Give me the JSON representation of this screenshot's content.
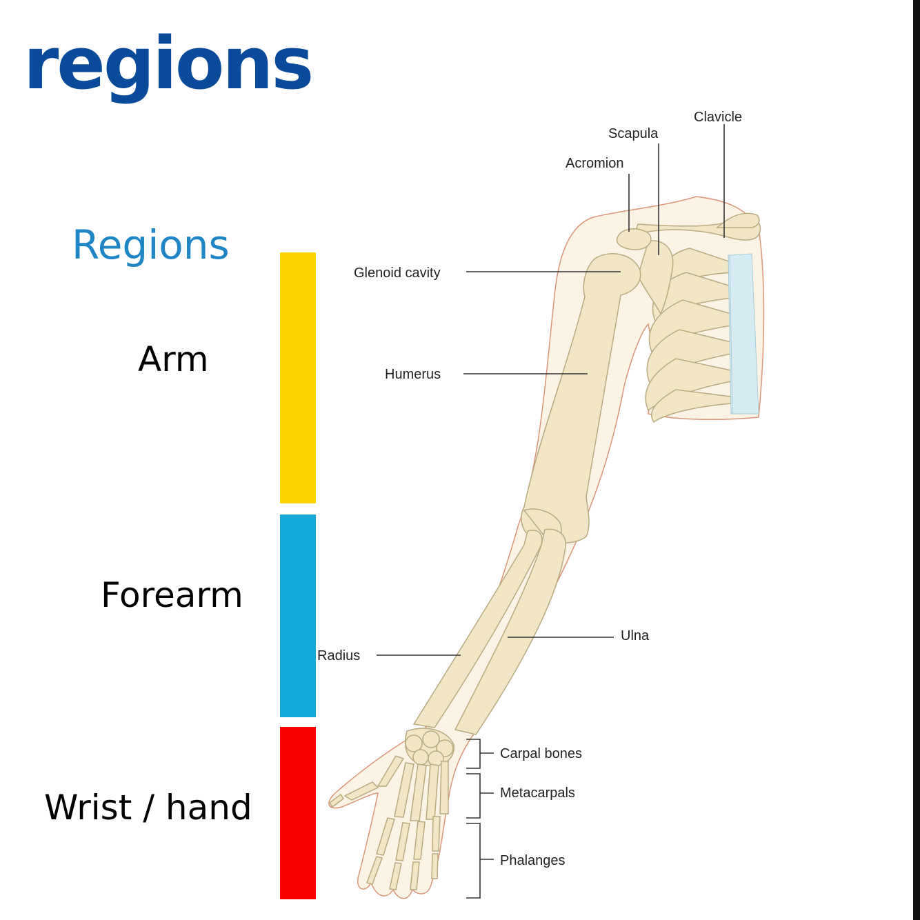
{
  "header": {
    "title": "regions",
    "title_color": "#0a4a9a"
  },
  "legend": {
    "heading": "Regions",
    "heading_color": "#1f86c6",
    "regions": [
      {
        "label": "Arm",
        "color": "#fdd300"
      },
      {
        "label": "Forearm",
        "color": "#14a9d6"
      },
      {
        "label": "Wrist / hand",
        "color": "#f80000"
      }
    ]
  },
  "diagram": {
    "labels": {
      "clavicle": "Clavicle",
      "scapula": "Scapula",
      "acromion": "Acromion",
      "glenoid_cavity": "Glenoid cavity",
      "humerus": "Humerus",
      "ulna": "Ulna",
      "radius": "Radius",
      "carpal_bones": "Carpal bones",
      "metacarpals": "Metacarpals",
      "phalanges": "Phalanges"
    },
    "colors": {
      "bone": "#f1e7c6",
      "bone_outline": "#b9aa80",
      "skin": "#fbf3e4",
      "skin_outline": "#d9967a",
      "cartilage": "#d7ecf2"
    }
  }
}
